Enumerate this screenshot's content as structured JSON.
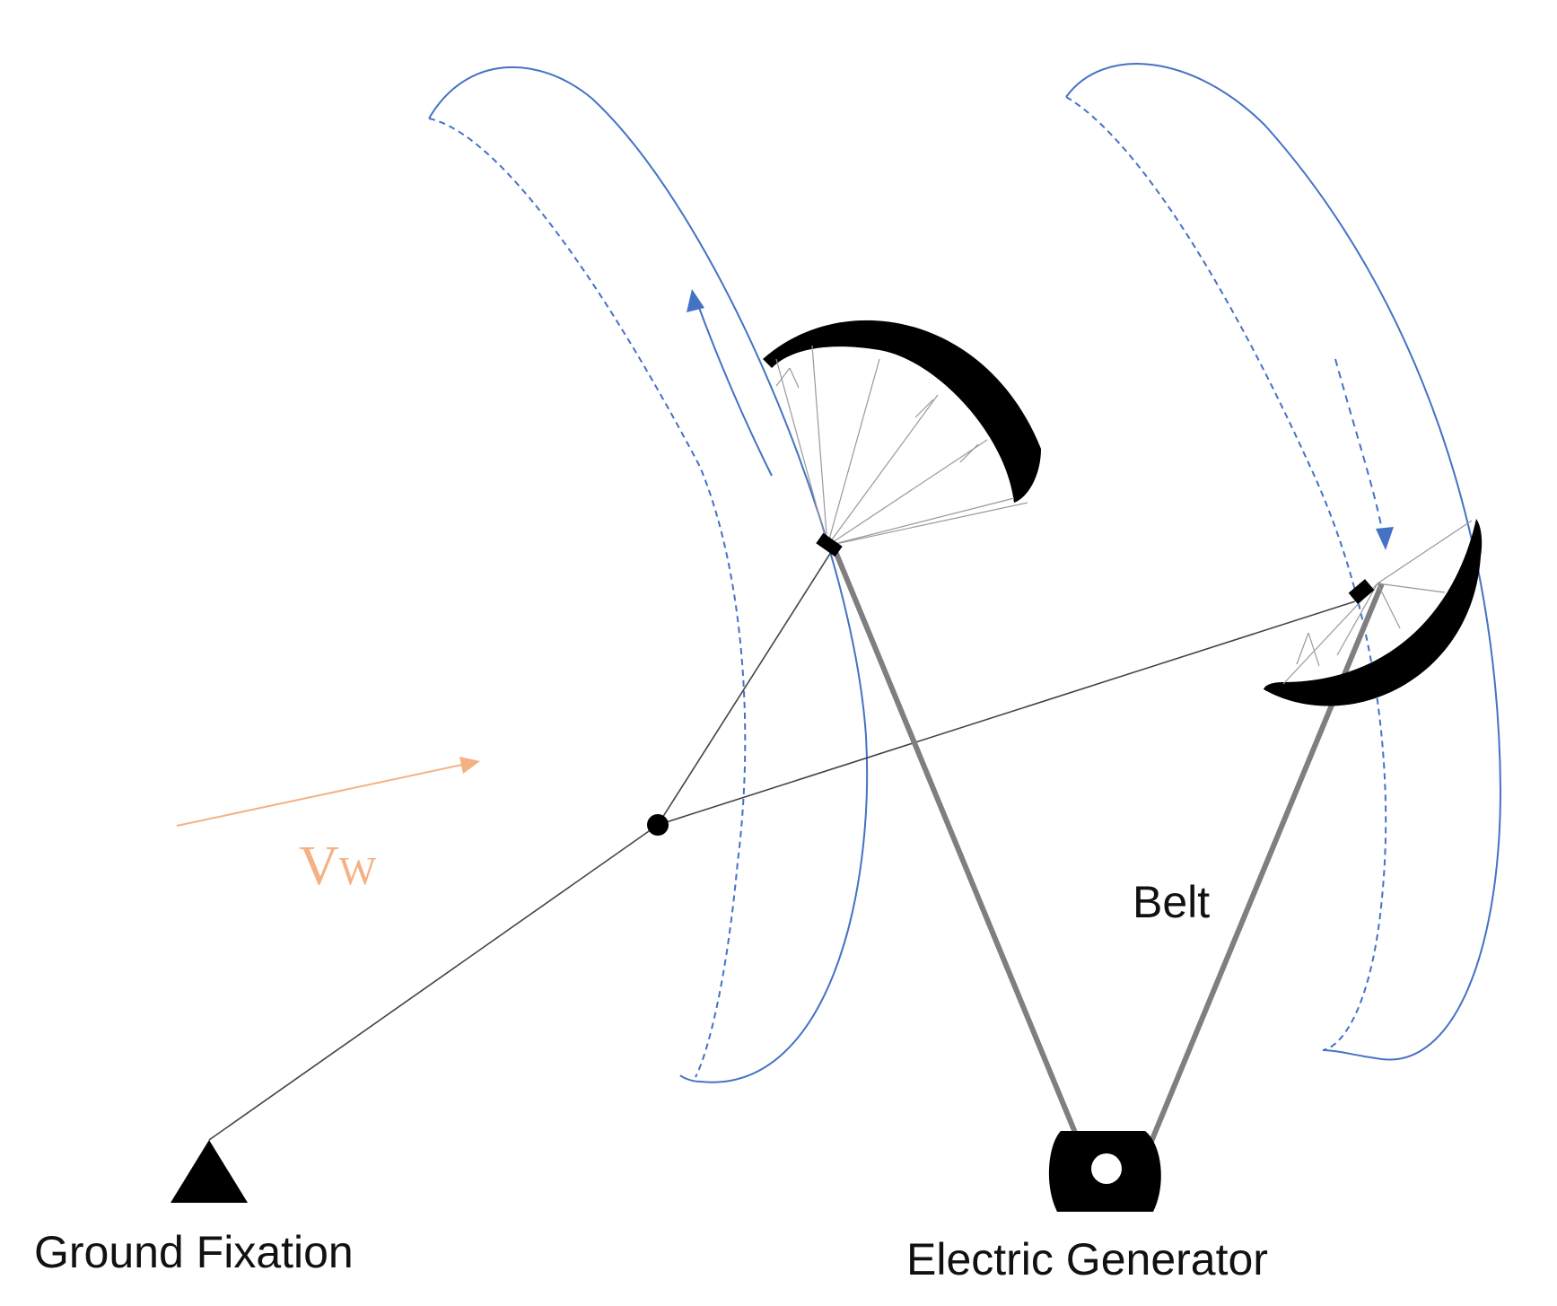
{
  "labels": {
    "ground_fixation": "Ground Fixation",
    "electric_generator": "Electric Generator",
    "belt": "Belt",
    "wind_symbol": "V",
    "wind_subscript": "W"
  },
  "colors": {
    "path": "#4472c4",
    "wind": "#f4b183",
    "kite": "#000000",
    "belt": "#7f7f7f",
    "tether": "#555555"
  }
}
